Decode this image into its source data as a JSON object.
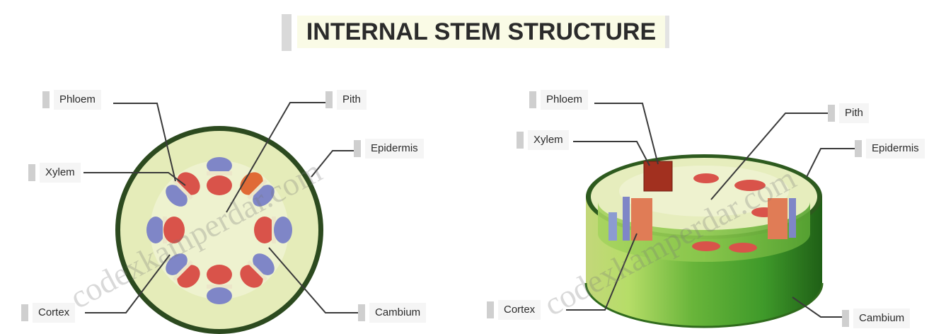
{
  "title": "INTERNAL STEM STRUCTURE",
  "left_diagram": {
    "labels": {
      "phloem": "Phloem",
      "xylem": "Xylem",
      "pith": "Pith",
      "epidermis": "Epidermis",
      "cortex": "Cortex",
      "cambium": "Cambium"
    }
  },
  "right_diagram": {
    "labels": {
      "phloem": "Phloem",
      "xylem": "Xylem",
      "pith": "Pith",
      "epidermis": "Epidermis",
      "cortex": "Cortex",
      "cambium": "Cambium"
    }
  },
  "watermark": {
    "left": "codexkamperdar.com",
    "right": "codexkamperdar.com"
  },
  "colors": {
    "epidermis_ring": "#2f4a1e",
    "cortex_fill": "#e4ecb8",
    "xylem": "#7f86c7",
    "phloem": "#d9534a",
    "cambium_band": "#e8e2c8",
    "cylinder_side_dark": "#2f7d1f",
    "cylinder_side_light": "#a9d95a"
  }
}
